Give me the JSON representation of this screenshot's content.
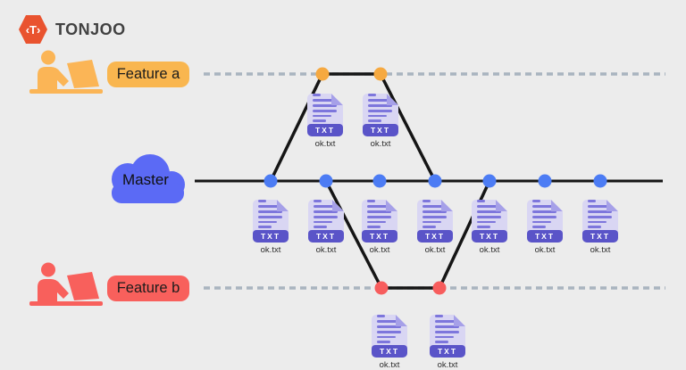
{
  "logo": {
    "brand": "TONJOO",
    "monogram": "‹T›"
  },
  "colors": {
    "background": "#ECECEC",
    "logo_hexagon": "#E9532F",
    "feature_a_accent": "#F9B64F",
    "feature_b_accent": "#F8605C",
    "master_cloud": "#5B6AF5",
    "commit_feature_a": "#F6A940",
    "commit_master": "#4C7CF4",
    "commit_feature_b": "#F75D5D",
    "solid_line": "#151515",
    "dashed_line": "#A9B4BF",
    "file_body": "#D9D6F3",
    "file_band": "#5A54C8"
  },
  "branches": {
    "feature_a": {
      "label": "Feature a",
      "commits": [
        {
          "file": "ok.txt",
          "badge": "TXT"
        },
        {
          "file": "ok.txt",
          "badge": "TXT"
        }
      ]
    },
    "master": {
      "label": "Master",
      "commits": [
        {
          "file": "ok.txt",
          "badge": "TXT"
        },
        {
          "file": "ok.txt",
          "badge": "TXT"
        },
        {
          "file": "ok.txt",
          "badge": "TXT"
        },
        {
          "file": "ok.txt",
          "badge": "TXT"
        },
        {
          "file": "ok.txt",
          "badge": "TXT"
        },
        {
          "file": "ok.txt",
          "badge": "TXT"
        },
        {
          "file": "ok.txt",
          "badge": "TXT"
        }
      ]
    },
    "feature_b": {
      "label": "Feature b",
      "commits": [
        {
          "file": "ok.txt",
          "badge": "TXT"
        },
        {
          "file": "ok.txt",
          "badge": "TXT"
        }
      ]
    }
  }
}
